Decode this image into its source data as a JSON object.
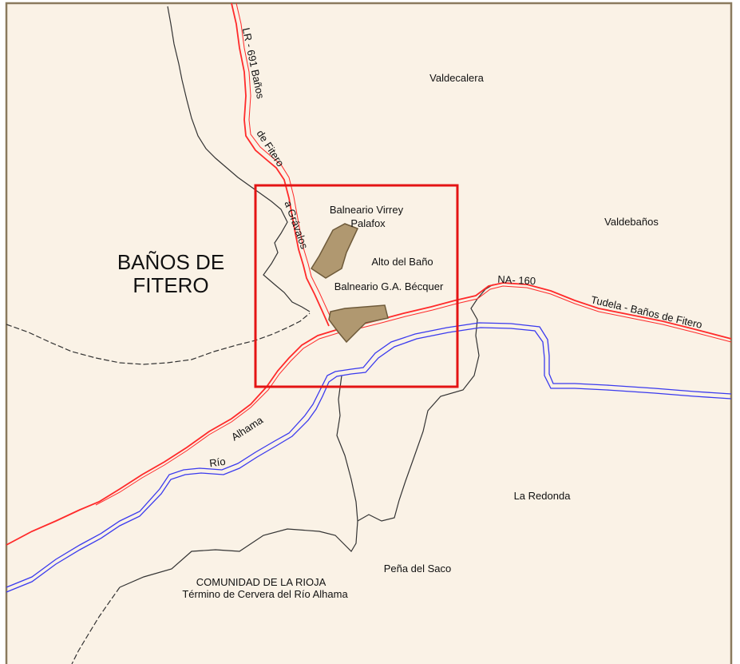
{
  "map": {
    "colors": {
      "background": "#faf2e6",
      "border": "#8a7a5e",
      "road": "#ff2a2a",
      "river": "#3a3aee",
      "boundary": "#333333",
      "focus_box": "#e41414",
      "building_fill": "#b09870",
      "building_stroke": "#6e5a3a"
    },
    "labels": {
      "town_line1": "BAÑOS DE",
      "town_line2": "FITERO",
      "valdecalera": "Valdecalera",
      "valdebanos": "Valdebaños",
      "balneario_virrey_1": "Balneario Virrey",
      "balneario_virrey_2": "Palafox",
      "alto_del_bano": "Alto del Baño",
      "balneario_becquer": "Balneario G.A. Bécquer",
      "la_redonda": "La  Redonda",
      "pena_del_saco": "Peña del Saco",
      "comunidad": "COMUNIDAD DE LA RIOJA",
      "termino": "Término de Cervera del Río Alhama"
    },
    "roads": {
      "na160": "NA- 160",
      "tudela": "Tudela - Baños de Fitero",
      "lr691_a": "LR - 691 Baños",
      "lr691_b": "de Fitero",
      "lr691_c": "a Grávalos"
    },
    "river": {
      "rio": "Río",
      "alhama": "Alhama"
    }
  }
}
